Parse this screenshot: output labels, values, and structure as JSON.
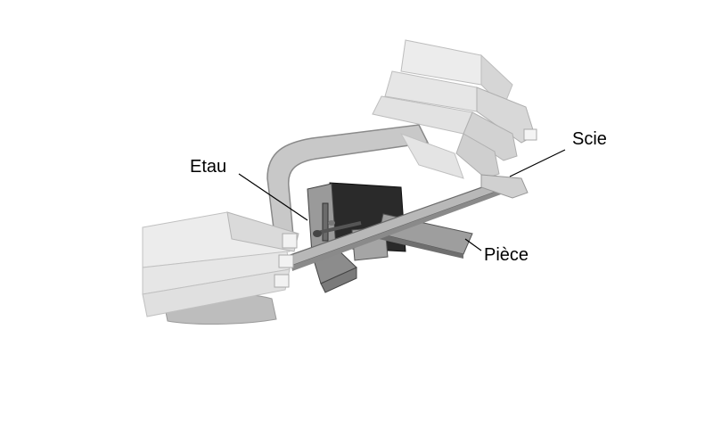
{
  "labels": {
    "etau": "Etau",
    "scie": "Scie",
    "piece": "Pièce"
  },
  "colors": {
    "background": "#ffffff",
    "hand_fill": "#e8e8e8",
    "hand_shade": "#cfcfcf",
    "saw_frame": "#c2c2c2",
    "vise_dark": "#2a2a2a",
    "vise_mid": "#8f8f8f",
    "workpiece": "#9a9a9a",
    "outline": "#555555"
  }
}
